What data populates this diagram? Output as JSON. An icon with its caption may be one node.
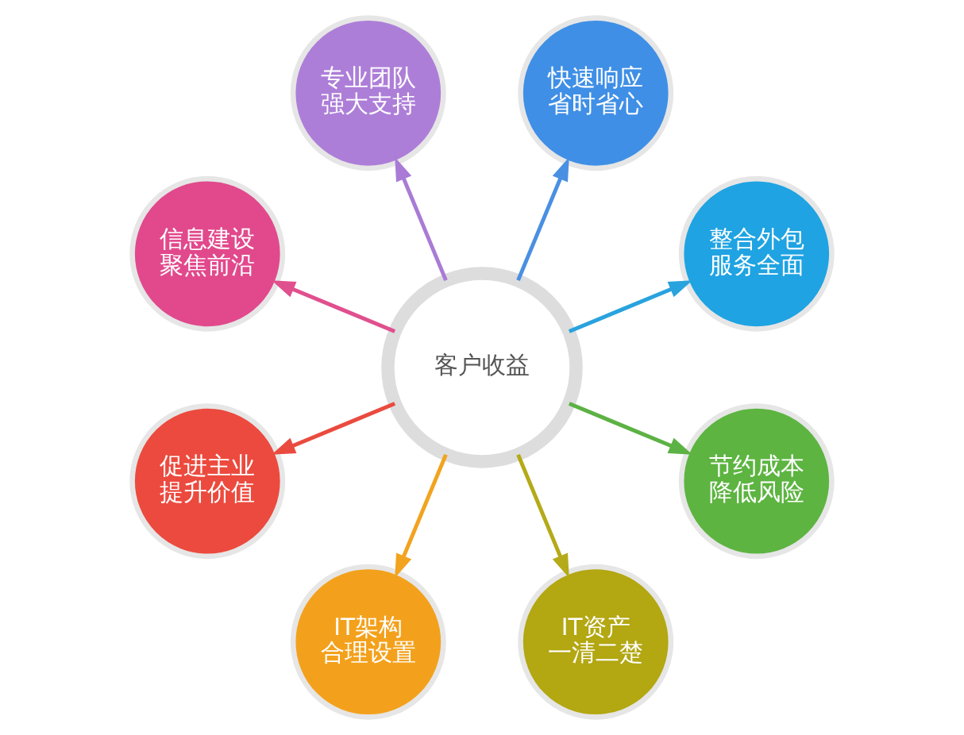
{
  "diagram": {
    "nodes": [
      {
        "text": [
          "客户收益"
        ]
      },
      {
        "text": [
          "整合外包",
          "服务全面"
        ]
      },
      {
        "text": [
          "快速响应",
          "省时省心"
        ]
      },
      {
        "text": [
          "专业团队",
          "强大支持"
        ]
      },
      {
        "text": [
          "信息建设",
          "聚焦前沿"
        ]
      },
      {
        "text": [
          "促进主业",
          "提升价值"
        ]
      },
      {
        "text": [
          "IT架构",
          "合理设置"
        ]
      },
      {
        "text": [
          "IT资产",
          "一清二楚"
        ]
      },
      {
        "text": [
          "节约成本",
          "降低风险"
        ]
      }
    ],
    "edges": [
      {
        "from": 0,
        "to": 1,
        "arrow": "to",
        "color": "#29a3de"
      },
      {
        "from": 0,
        "to": 2,
        "arrow": "to",
        "color": "#4a90e2"
      },
      {
        "from": 0,
        "to": 3,
        "arrow": "to",
        "color": "#a97bd6"
      },
      {
        "from": 0,
        "to": 4,
        "arrow": "to",
        "color": "#e0508e"
      },
      {
        "from": 0,
        "to": 5,
        "arrow": "to",
        "color": "#ea4b3f"
      },
      {
        "from": 0,
        "to": 6,
        "arrow": "to",
        "color": "#f2a31f"
      },
      {
        "from": 0,
        "to": 7,
        "arrow": "to",
        "color": "#b5aa18"
      },
      {
        "from": 0,
        "to": 8,
        "arrow": "to",
        "color": "#5cb244"
      }
    ]
  }
}
